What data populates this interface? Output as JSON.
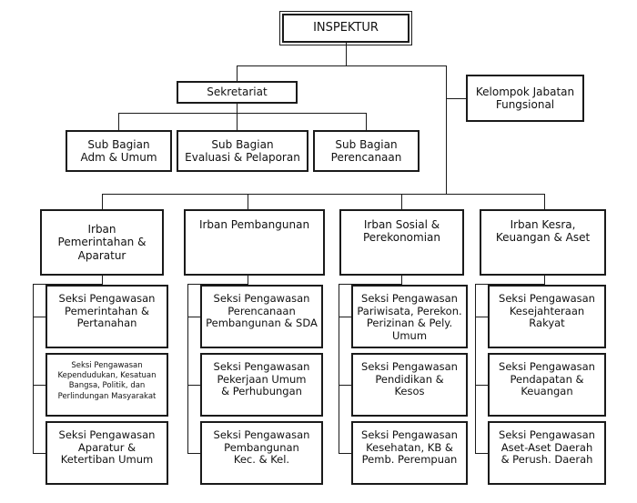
{
  "diagram": {
    "type": "organizational-chart",
    "title": "Struktur Organisasi Inspektorat",
    "colors": {
      "line": "#1a1a1a",
      "box_border": "#1a1a1a",
      "background": "#ffffff",
      "text": "#111111"
    }
  },
  "root": {
    "label": "INSPEKTUR"
  },
  "staff": {
    "label": "Kelompok  Jabatan\nFungsional"
  },
  "secretariat": {
    "label": "Sekretariat"
  },
  "sub_bagian": [
    {
      "label": "Sub Bagian\nAdm & Umum"
    },
    {
      "label": "Sub Bagian\nEvaluasi & Pelaporan"
    },
    {
      "label": "Sub Bagian\nPerencanaan"
    }
  ],
  "irban": [
    {
      "label": "Irban\nPemerintahan &\nAparatur",
      "seksi": [
        {
          "label": "Seksi Pengawasan\nPemerintahan &\nPertanahan",
          "size": "normal"
        },
        {
          "label": "Seksi Pengawasan\nKependudukan, Kesatuan\nBangsa, Politik, dan\nPerlindungan Masyarakat",
          "size": "small"
        },
        {
          "label": "Seksi Pengawasan\nAparatur &\nKetertiban Umum",
          "size": "normal"
        }
      ]
    },
    {
      "label": "Irban Pembangunan",
      "seksi": [
        {
          "label": "Seksi Pengawasan\nPerencanaan\nPembangunan & SDA",
          "size": "normal"
        },
        {
          "label": "Seksi Pengawasan\nPekerjaan Umum\n& Perhubungan",
          "size": "normal"
        },
        {
          "label": "Seksi Pengawasan\nPembangunan\nKec. & Kel.",
          "size": "normal"
        }
      ]
    },
    {
      "label": "Irban Sosial &\nPerekonomian",
      "seksi": [
        {
          "label": "Seksi Pengawasan\nPariwisata, Perekon.\nPerizinan & Pely.\nUmum",
          "size": "normal"
        },
        {
          "label": "Seksi Pengawasan\nPendidikan  &\nKesos",
          "size": "normal"
        },
        {
          "label": "Seksi Pengawasan\nKesehatan, KB &\nPemb. Perempuan",
          "size": "normal"
        }
      ]
    },
    {
      "label": "Irban Kesra,\nKeuangan & Aset",
      "seksi": [
        {
          "label": "Seksi Pengawasan\nKesejahteraan\nRakyat",
          "size": "normal"
        },
        {
          "label": "Seksi Pengawasan\nPendapatan &\nKeuangan",
          "size": "normal"
        },
        {
          "label": "Seksi Pengawasan\nAset-Aset Daerah\n& Perush. Daerah",
          "size": "normal"
        }
      ]
    }
  ]
}
